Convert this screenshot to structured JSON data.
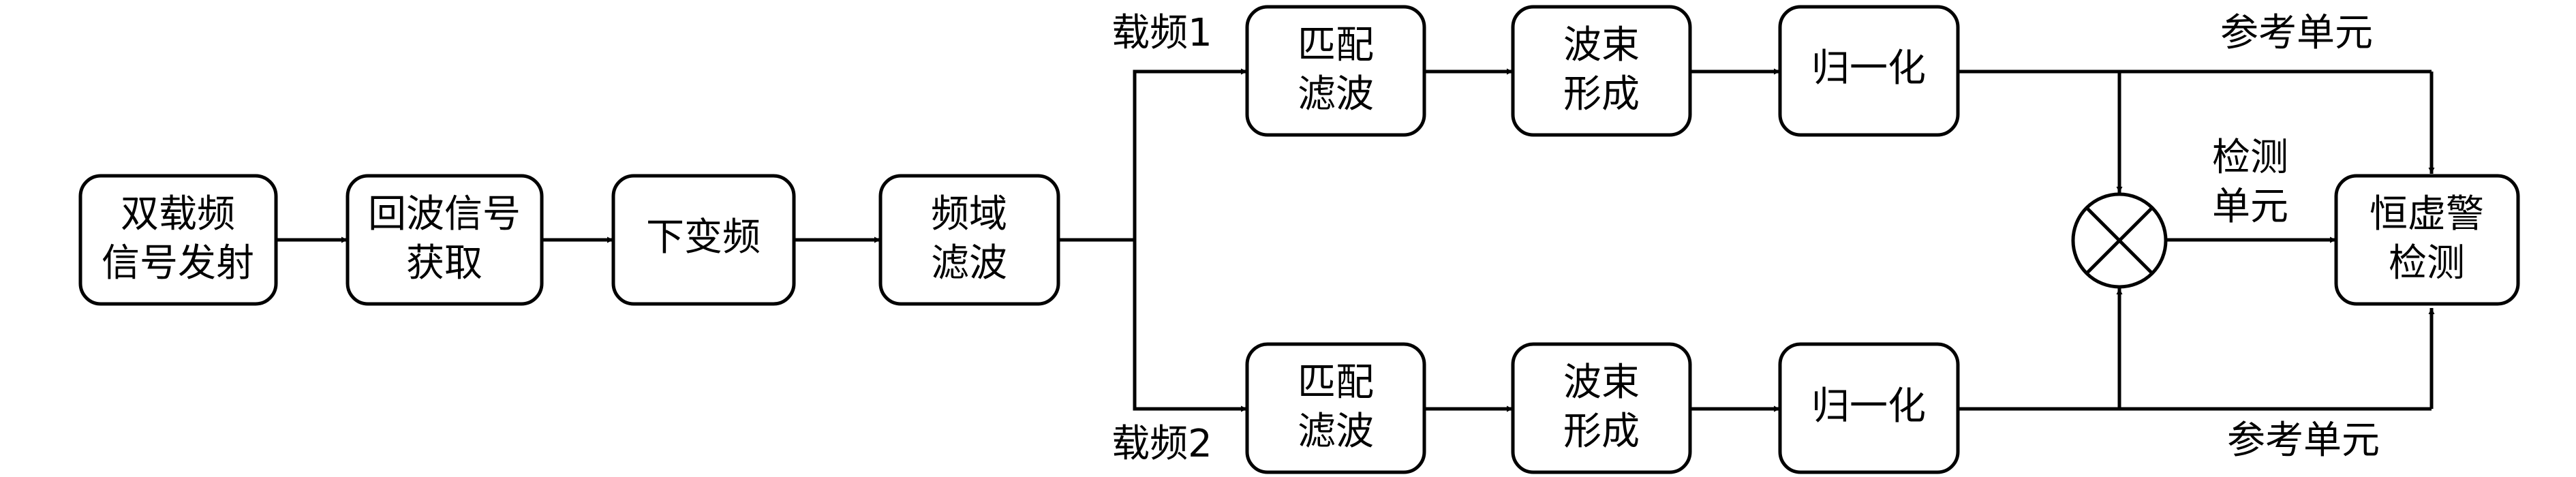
{
  "nodes": {
    "transmit": [
      "双载频",
      "信号发射"
    ],
    "echo": [
      "回波信号",
      "获取"
    ],
    "downconvert": [
      "下变频"
    ],
    "freq_filter": [
      "频域",
      "滤波"
    ],
    "mf1": [
      "匹配",
      "滤波"
    ],
    "bf1": [
      "波束",
      "形成"
    ],
    "norm1": [
      "归一化"
    ],
    "mf2": [
      "匹配",
      "滤波"
    ],
    "bf2": [
      "波束",
      "形成"
    ],
    "norm2": [
      "归一化"
    ],
    "cfar": [
      "恒虚警",
      "检测"
    ]
  },
  "labels": {
    "carrier1": "载频1",
    "carrier2": "载频2",
    "ref_top": "参考单元",
    "ref_bottom": "参考单元",
    "detect_cell": [
      "检测",
      "单元"
    ]
  }
}
